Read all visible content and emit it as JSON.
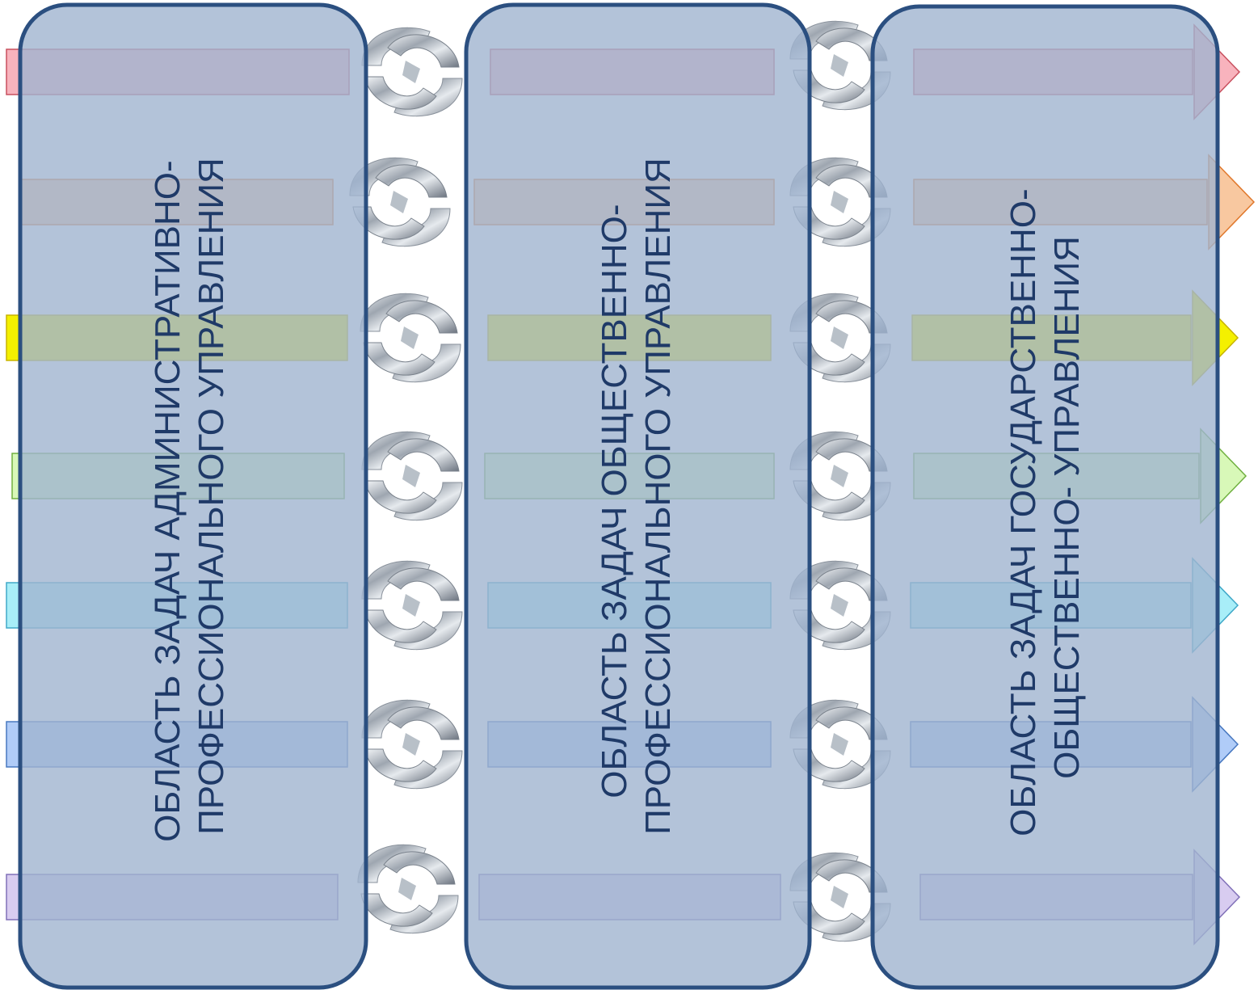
{
  "panels": [
    {
      "lines": [
        "ОБЛАСТЬ ЗАДАЧ  АДМИНИСТРАТИВНО-",
        "ПРОФЕССИОНАЛЬНОГО УПРАВЛЕНИЯ"
      ]
    },
    {
      "lines": [
        "ОБЛАСТЬ ЗАДАЧ  ОБЩЕСТВЕННО-",
        "ПРОФЕССИОНАЛЬНОГО УПРАВЛЕНИЯ"
      ]
    },
    {
      "lines": [
        "ОБЛАСТЬ ЗАДАЧ  ГОСУДАРСТВЕННО-",
        "ОБЩЕСТВЕННО- УПРАВЛЕНИЯ"
      ]
    }
  ],
  "bands": [
    {
      "color": "#f8b3bd",
      "stroke": "#c8505e",
      "arrowhead": "arrowhead-right-icon"
    },
    {
      "color": "#f8c8a0",
      "stroke": "#e0782c",
      "arrowhead": "arrowhead-right-icon"
    },
    {
      "color": "#f4f000",
      "stroke": "#c8b400",
      "arrowhead": "arrowhead-right-icon"
    },
    {
      "color": "#d8f8b8",
      "stroke": "#70b040",
      "arrowhead": "arrowhead-right-icon"
    },
    {
      "color": "#a8eef8",
      "stroke": "#40a8c8",
      "arrowhead": "arrowhead-right-icon"
    },
    {
      "color": "#b0ccf8",
      "stroke": "#4878c0",
      "arrowhead": "arrowhead-right-icon"
    },
    {
      "color": "#d8ccf0",
      "stroke": "#8070b8",
      "arrowhead": "arrowhead-right-icon"
    }
  ],
  "connectors": {
    "icon": "linked-rings-icon"
  },
  "colors": {
    "panel_fill": "#a0b4d0",
    "panel_border": "#2b4f80",
    "text": "#1f3a68"
  }
}
